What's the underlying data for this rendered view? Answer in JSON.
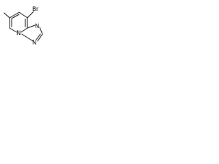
{
  "molecule": {
    "atoms": {
      "br": "Br",
      "n_bridge": "N",
      "n_triazole_right": "N",
      "n_triazole_bottom": "N"
    },
    "colors": {
      "bond": "#000000",
      "label": "#000000",
      "background": "#ffffff"
    }
  }
}
